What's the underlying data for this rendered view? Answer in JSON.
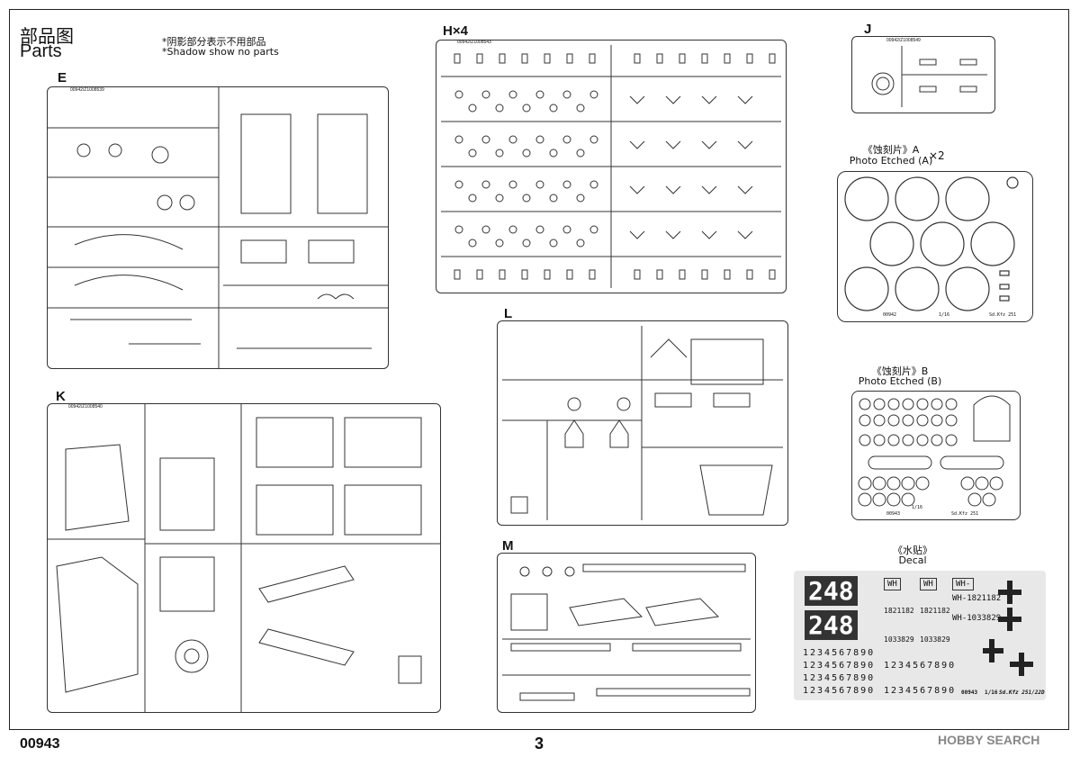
{
  "header": {
    "title_cn": "部品图",
    "title_en": "Parts",
    "note_cn": "*阴影部分表示不用部品",
    "note_en": "*Shadow show no parts"
  },
  "sprues": {
    "E": {
      "label": "E",
      "code": "00942/Z1008539"
    },
    "H": {
      "label": "H×4",
      "code": "00942/Z1008543"
    },
    "J": {
      "label": "J",
      "code": "00942/Z1008549"
    },
    "K": {
      "label": "K",
      "code": "00942/Z1008540"
    },
    "L": {
      "label": "L"
    },
    "M": {
      "label": "M"
    }
  },
  "etched_a": {
    "cn": "《蚀刻片》A",
    "en": "Photo Etched (A)",
    "mult": "×2",
    "code": "00942",
    "scale": "1/16",
    "model": "Sd.Kfz 251"
  },
  "etched_b": {
    "cn": "《蚀刻片》B",
    "en": "Photo Etched (B)",
    "code": "00943",
    "scale": "1/16",
    "model": "Sd.Kfz 251"
  },
  "decal": {
    "cn": "《水贴》",
    "en": "Decal",
    "big1": "248",
    "big2": "248",
    "wh": "WH",
    "wh_dash": "WH-",
    "n1": "1821182",
    "n2": "1033829",
    "wh_n1": "WH-1821182",
    "wh_n2": "WH-1033829",
    "digits": "1234567890",
    "footer_code": "00943",
    "footer_scale": "1/16",
    "footer_model": "Sd.Kfz 251/22D"
  },
  "footer": {
    "code": "00943",
    "page": "3",
    "watermark": "HOBBY SEARCH"
  }
}
